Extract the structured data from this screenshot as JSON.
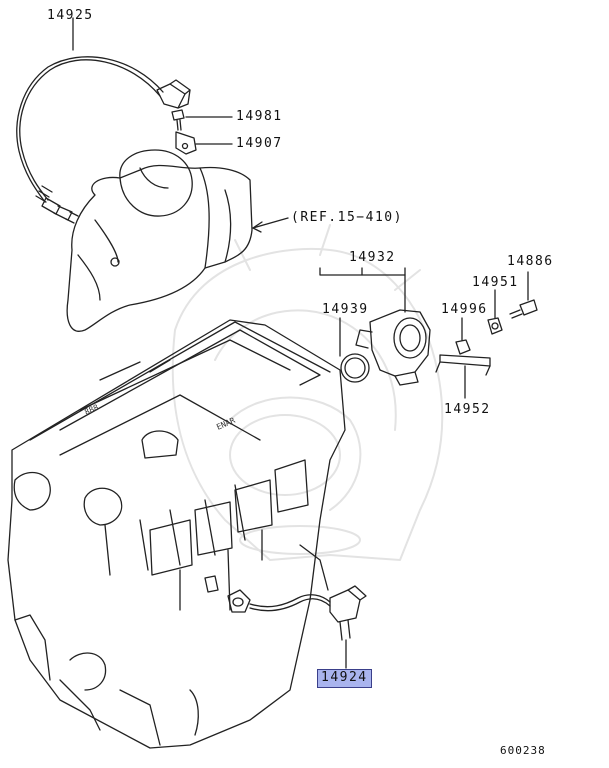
{
  "parts": {
    "p14925": "14925",
    "p14981": "14981",
    "p14907": "14907",
    "ref": "(REF.15−410)",
    "p14932": "14932",
    "p14939": "14939",
    "p14996": "14996",
    "p14951": "14951",
    "p14886": "14886",
    "p14952": "14952",
    "p14924": "14924"
  },
  "diagram_code": "600238",
  "highlight_color": "#a9b4ee"
}
